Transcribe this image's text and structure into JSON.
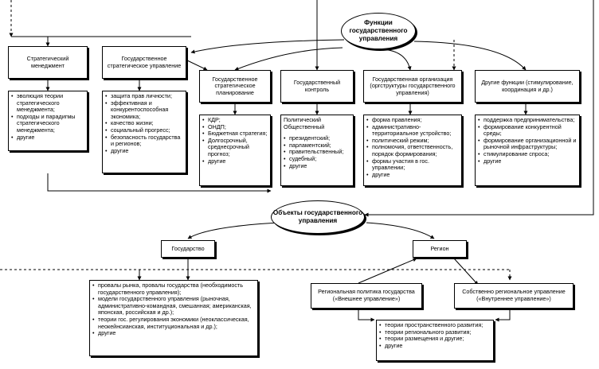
{
  "functions_ellipse": "Функции государственного управления",
  "objects_ellipse": "Объекты государственного управления",
  "strategic_management": {
    "title": "Стратегический менеджмент",
    "items": [
      "эволюция теории стратегического менеджмента;",
      "подходы и парадигмы стратегического менеджмента;",
      "другие"
    ]
  },
  "state_strategic": {
    "title": "Государственное стратегическое управление",
    "items": [
      "защита прав личности;",
      "эффективная и конкурентоспособная экономика;",
      "качество жизни;",
      "социальный прогресс;",
      "безопасность государства и регионов;",
      "другие"
    ]
  },
  "planning": {
    "title": "Государственное стратегическое планирование",
    "items": [
      "КДР;",
      "ОНДП;",
      "Бюджетная стратегия;",
      "Долгосрочный, среднесрочный прогноз;",
      "другие"
    ]
  },
  "control": {
    "title": "Государственный контроль",
    "intro": "Политический Общественный",
    "items": [
      "президентский;",
      "парламентский;",
      "правительственный;",
      "судебный;",
      "другие"
    ]
  },
  "organization": {
    "title": "Государственная организация (оргструктуры государственного управления)",
    "items": [
      "форма правления;",
      "административно-территориальное устройство;",
      "политический режим;",
      "полномочия, ответственность, порядок формирования;",
      "формы участия в гос. управлении;",
      "другие"
    ]
  },
  "other_functions": {
    "title": "Другие функции (стимулирование, координация и др.)",
    "items": [
      "поддержка предпринимательства;",
      "формирование конкурентной среды;",
      "формирование организационной и рыночной инфраструктуры;",
      "стимулирование спроса;",
      "другие"
    ]
  },
  "state": {
    "title": "Государство"
  },
  "region": {
    "title": "Регион"
  },
  "state_theories": {
    "items": [
      "провалы рынка, провалы государства (необходимость государственного управления);",
      "модели государственного управления (рыночная, административно-командная, смешанная; американская, японская, российская и др.);",
      "теории гос. регулирования экономики (неоклассическая, неокейнсианская, институциональная и др.);",
      "другие"
    ]
  },
  "regional_policy": {
    "title": "Региональная политика государства («Внешнее управление»)"
  },
  "own_regional": {
    "title": "Собственно региональное управление («Внутреннее управление»)"
  },
  "region_theories": {
    "items": [
      "теории пространственного развития;",
      "теории регионального развития;",
      "теории размещения и другие;",
      "другие"
    ]
  }
}
